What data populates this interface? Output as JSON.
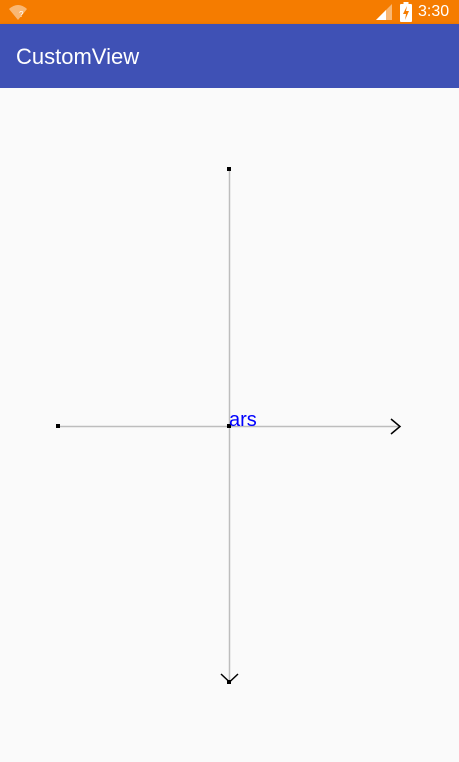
{
  "status_bar": {
    "time": "3:30",
    "background_color": "#f57c00",
    "icons": [
      "wifi-icon",
      "signal-icon",
      "battery-charging-icon"
    ]
  },
  "app_bar": {
    "title": "CustomView",
    "background_color": "#3f51b5"
  },
  "custom_view": {
    "origin_label": "ars",
    "label_color": "#0000ff",
    "axis_color": "#bdbdbd",
    "point_color": "#000000"
  }
}
